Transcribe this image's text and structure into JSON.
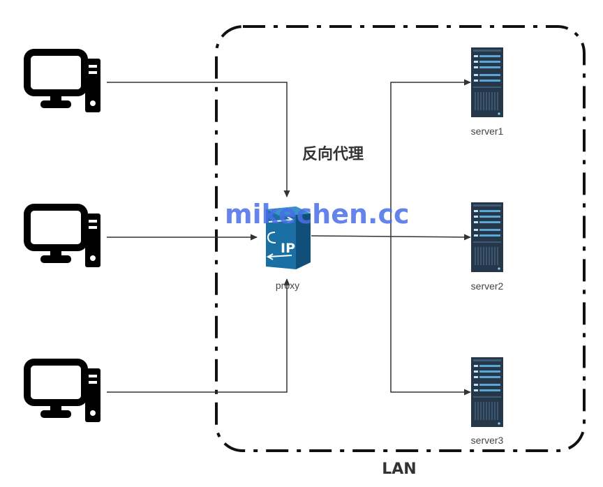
{
  "labels": {
    "title": "反向代理",
    "lan": "LAN",
    "proxy": "proxy",
    "proxy_badge": "IP",
    "watermark": "mikechen.cc"
  },
  "clients": [
    {
      "icon": "desktop-computer-icon"
    },
    {
      "icon": "desktop-computer-icon"
    },
    {
      "icon": "desktop-computer-icon"
    }
  ],
  "servers": [
    {
      "label": "server1",
      "icon": "server-rack-icon"
    },
    {
      "label": "server2",
      "icon": "server-rack-icon"
    },
    {
      "label": "server3",
      "icon": "server-rack-icon"
    }
  ],
  "colors": {
    "lines": "#333333",
    "boundary": "#111111",
    "proxy": "#1a6fa3",
    "server": "#26374a",
    "watermark": "#4a6ee8"
  }
}
